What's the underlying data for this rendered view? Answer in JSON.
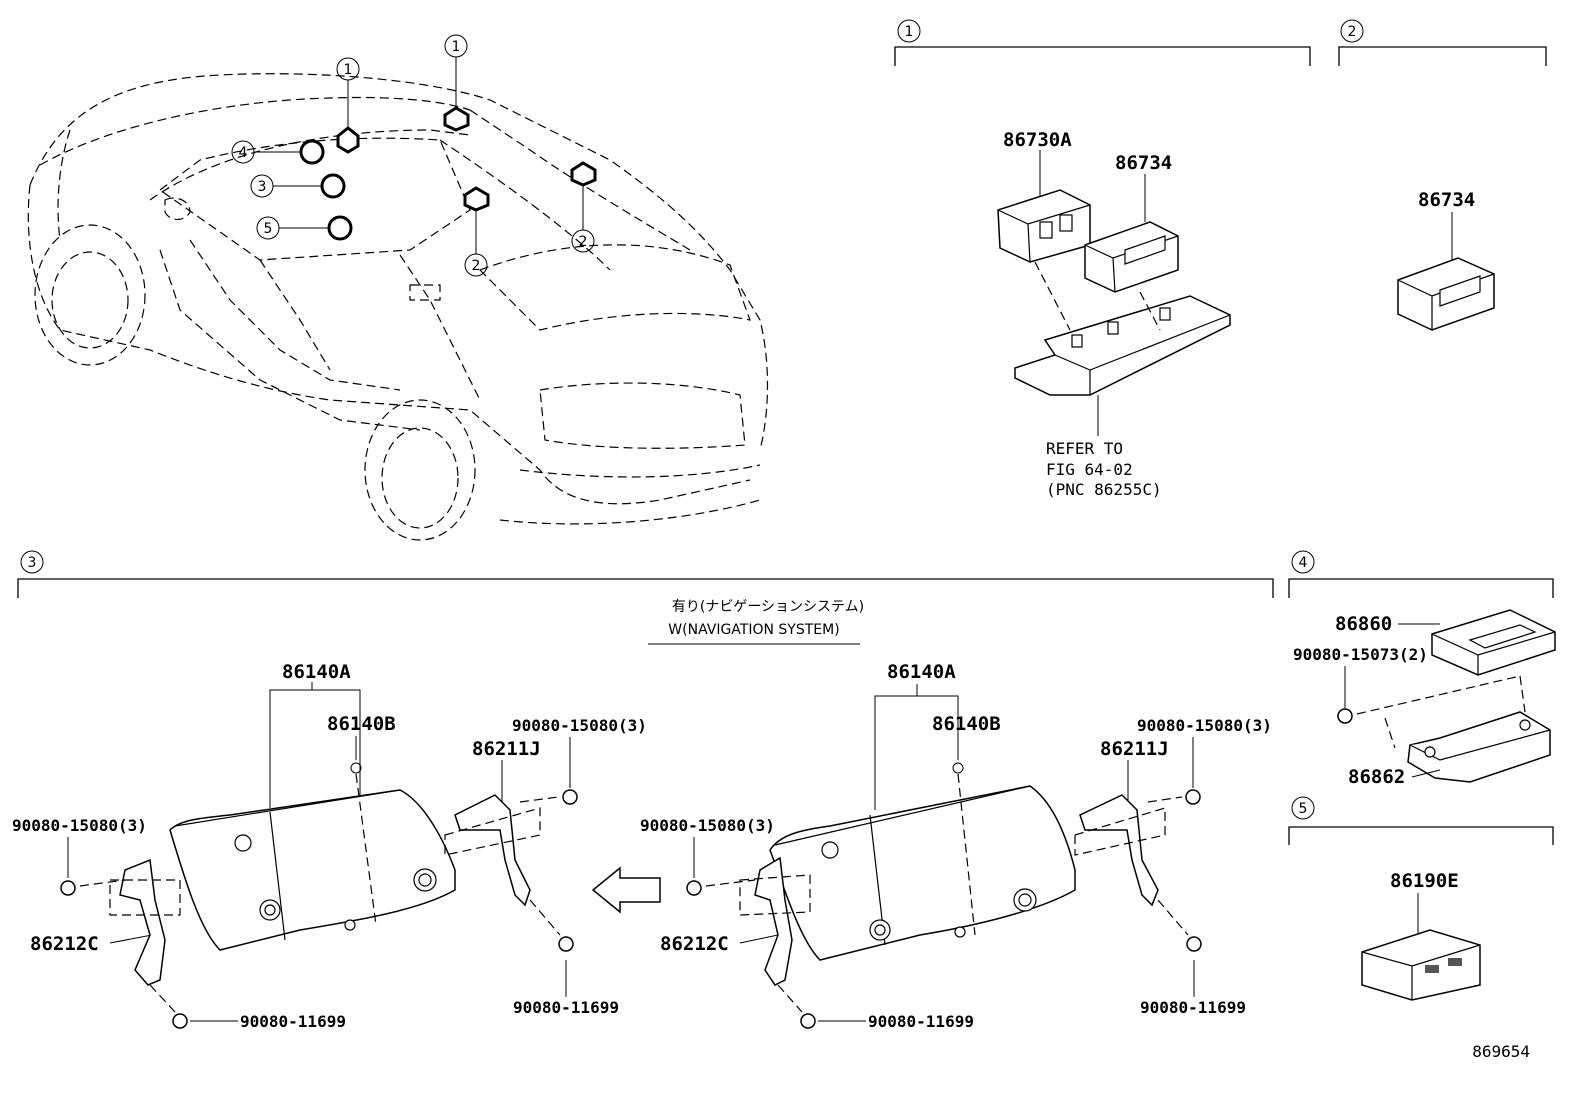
{
  "figure_id": "869654",
  "callouts": [
    "1",
    "2",
    "3",
    "4",
    "5"
  ],
  "sections": {
    "s1": {
      "number": "1",
      "parts": [
        "86730A",
        "86734"
      ],
      "refer": [
        "REFER TO",
        "FIG 64-02",
        "(PNC 86255C)"
      ]
    },
    "s2": {
      "number": "2",
      "parts": [
        "86734"
      ]
    },
    "s3": {
      "number": "3",
      "caption_jp": "有り(ナビゲーションシステム)",
      "caption_en": "W(NAVIGATION SYSTEM)",
      "left": {
        "p1": "86140A",
        "p2": "86140B",
        "p3": "86211J",
        "p4": "90080-15080(3)",
        "p5": "90080-15080(3)",
        "p6": "86212C",
        "p7": "90080-11699",
        "p8": "90080-11699"
      },
      "right": {
        "p1": "86140A",
        "p2": "86140B",
        "p3": "86211J",
        "p4": "90080-15080(3)",
        "p5": "90080-15080(3)",
        "p6": "86212C",
        "p7": "90080-11699",
        "p8": "90080-11699"
      }
    },
    "s4": {
      "number": "4",
      "parts": [
        "86860",
        "90080-15073(2)",
        "86862"
      ]
    },
    "s5": {
      "number": "5",
      "parts": [
        "86190E"
      ]
    }
  }
}
